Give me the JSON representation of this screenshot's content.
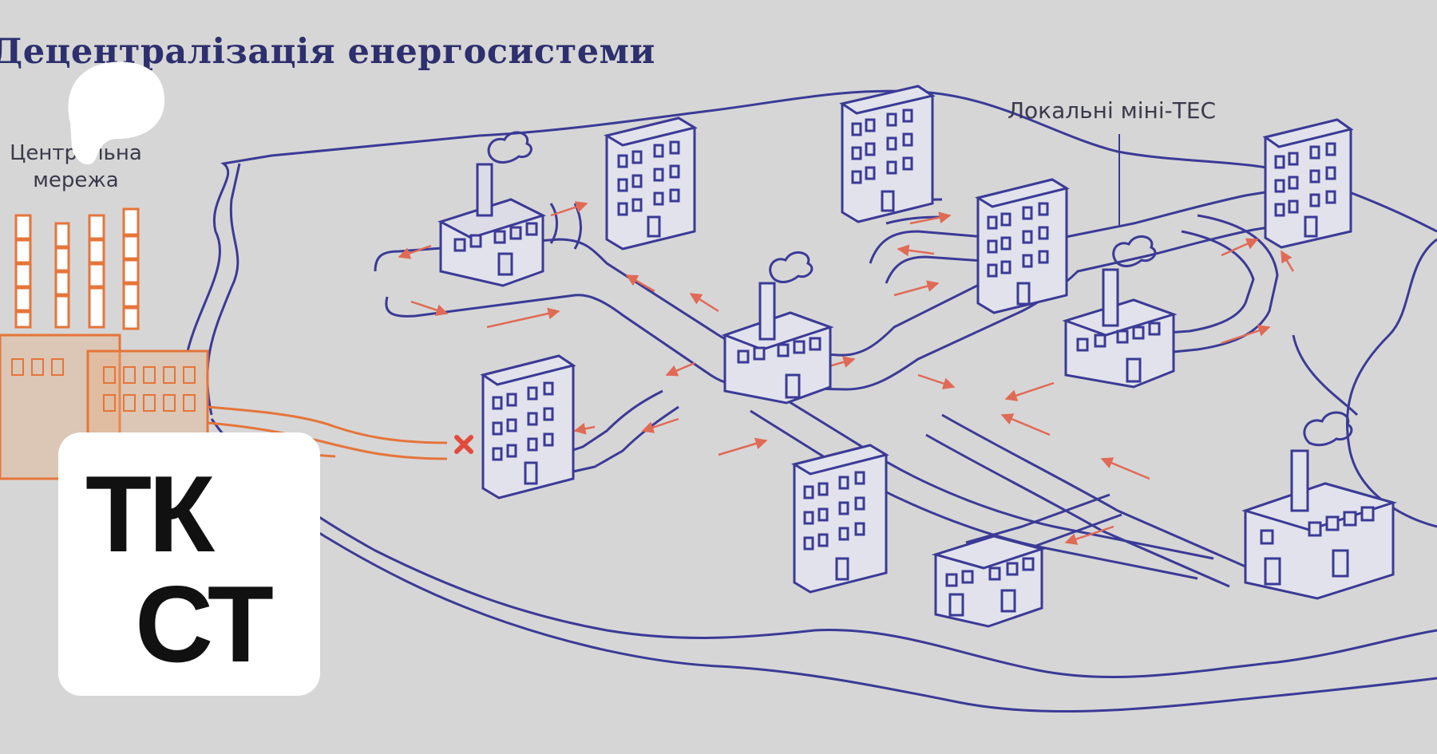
{
  "diagram": {
    "title": "Децентралізація енергосистеми",
    "label_central": "Центральна\nмережа",
    "label_local": "Локальні міні-ТЕС",
    "colors": {
      "background": "#d6d6d6",
      "line": "#3b3a96",
      "central": "#e5753a",
      "arrow": "#e06a56",
      "cross": "#e24b3c"
    }
  },
  "logo": {
    "line1": "ТК",
    "line2": "СТ",
    "blob_icon": "brand-blob-icon"
  }
}
